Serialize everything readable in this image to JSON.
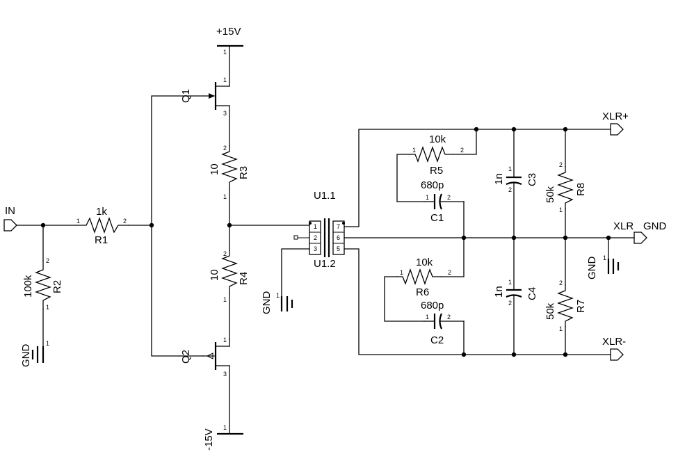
{
  "nets": {
    "in": "IN",
    "gnd": "GND",
    "vpos": "+15V",
    "vneg": "-15V",
    "xlr_pos": "XLR+",
    "xlr_neg": "XLR-",
    "xlr": "XLR",
    "xlr_gnd": "GND"
  },
  "components": {
    "r1": {
      "ref": "R1",
      "value": "1k",
      "pin1": "1",
      "pin2": "2"
    },
    "r2": {
      "ref": "R2",
      "value": "100k",
      "pin1": "1",
      "pin2": "2"
    },
    "r3": {
      "ref": "R3",
      "value": "10",
      "pin1": "1",
      "pin2": "2"
    },
    "r4": {
      "ref": "R4",
      "value": "10",
      "pin1": "1",
      "pin2": "2"
    },
    "r5": {
      "ref": "R5",
      "value": "10k",
      "pin1": "1",
      "pin2": "2"
    },
    "r6": {
      "ref": "R6",
      "value": "10k",
      "pin1": "1",
      "pin2": "2"
    },
    "r7": {
      "ref": "R7",
      "value": "50k",
      "pin1": "1",
      "pin2": "2"
    },
    "r8": {
      "ref": "R8",
      "value": "50k",
      "pin1": "1",
      "pin2": "2"
    },
    "c1": {
      "ref": "C1",
      "value": "680p",
      "pin1": "1",
      "pin2": "2"
    },
    "c2": {
      "ref": "C2",
      "value": "680p",
      "pin1": "1",
      "pin2": "2"
    },
    "c3": {
      "ref": "C3",
      "value": "1n",
      "pin1": "1",
      "pin2": "2"
    },
    "c4": {
      "ref": "C4",
      "value": "1n",
      "pin1": "1",
      "pin2": "2"
    },
    "q1": {
      "ref": "Q1",
      "pin1": "1",
      "pin3": "3"
    },
    "q2": {
      "ref": "Q2",
      "pin1": "1",
      "pin3": "3"
    },
    "u1": {
      "ref_top": "U1.1",
      "ref_bottom": "U1.2",
      "pins": [
        "1",
        "2",
        "3",
        "7",
        "6",
        "5"
      ]
    }
  },
  "power_pins": {
    "vpos": "1",
    "vneg": "1",
    "gnd": "1"
  }
}
